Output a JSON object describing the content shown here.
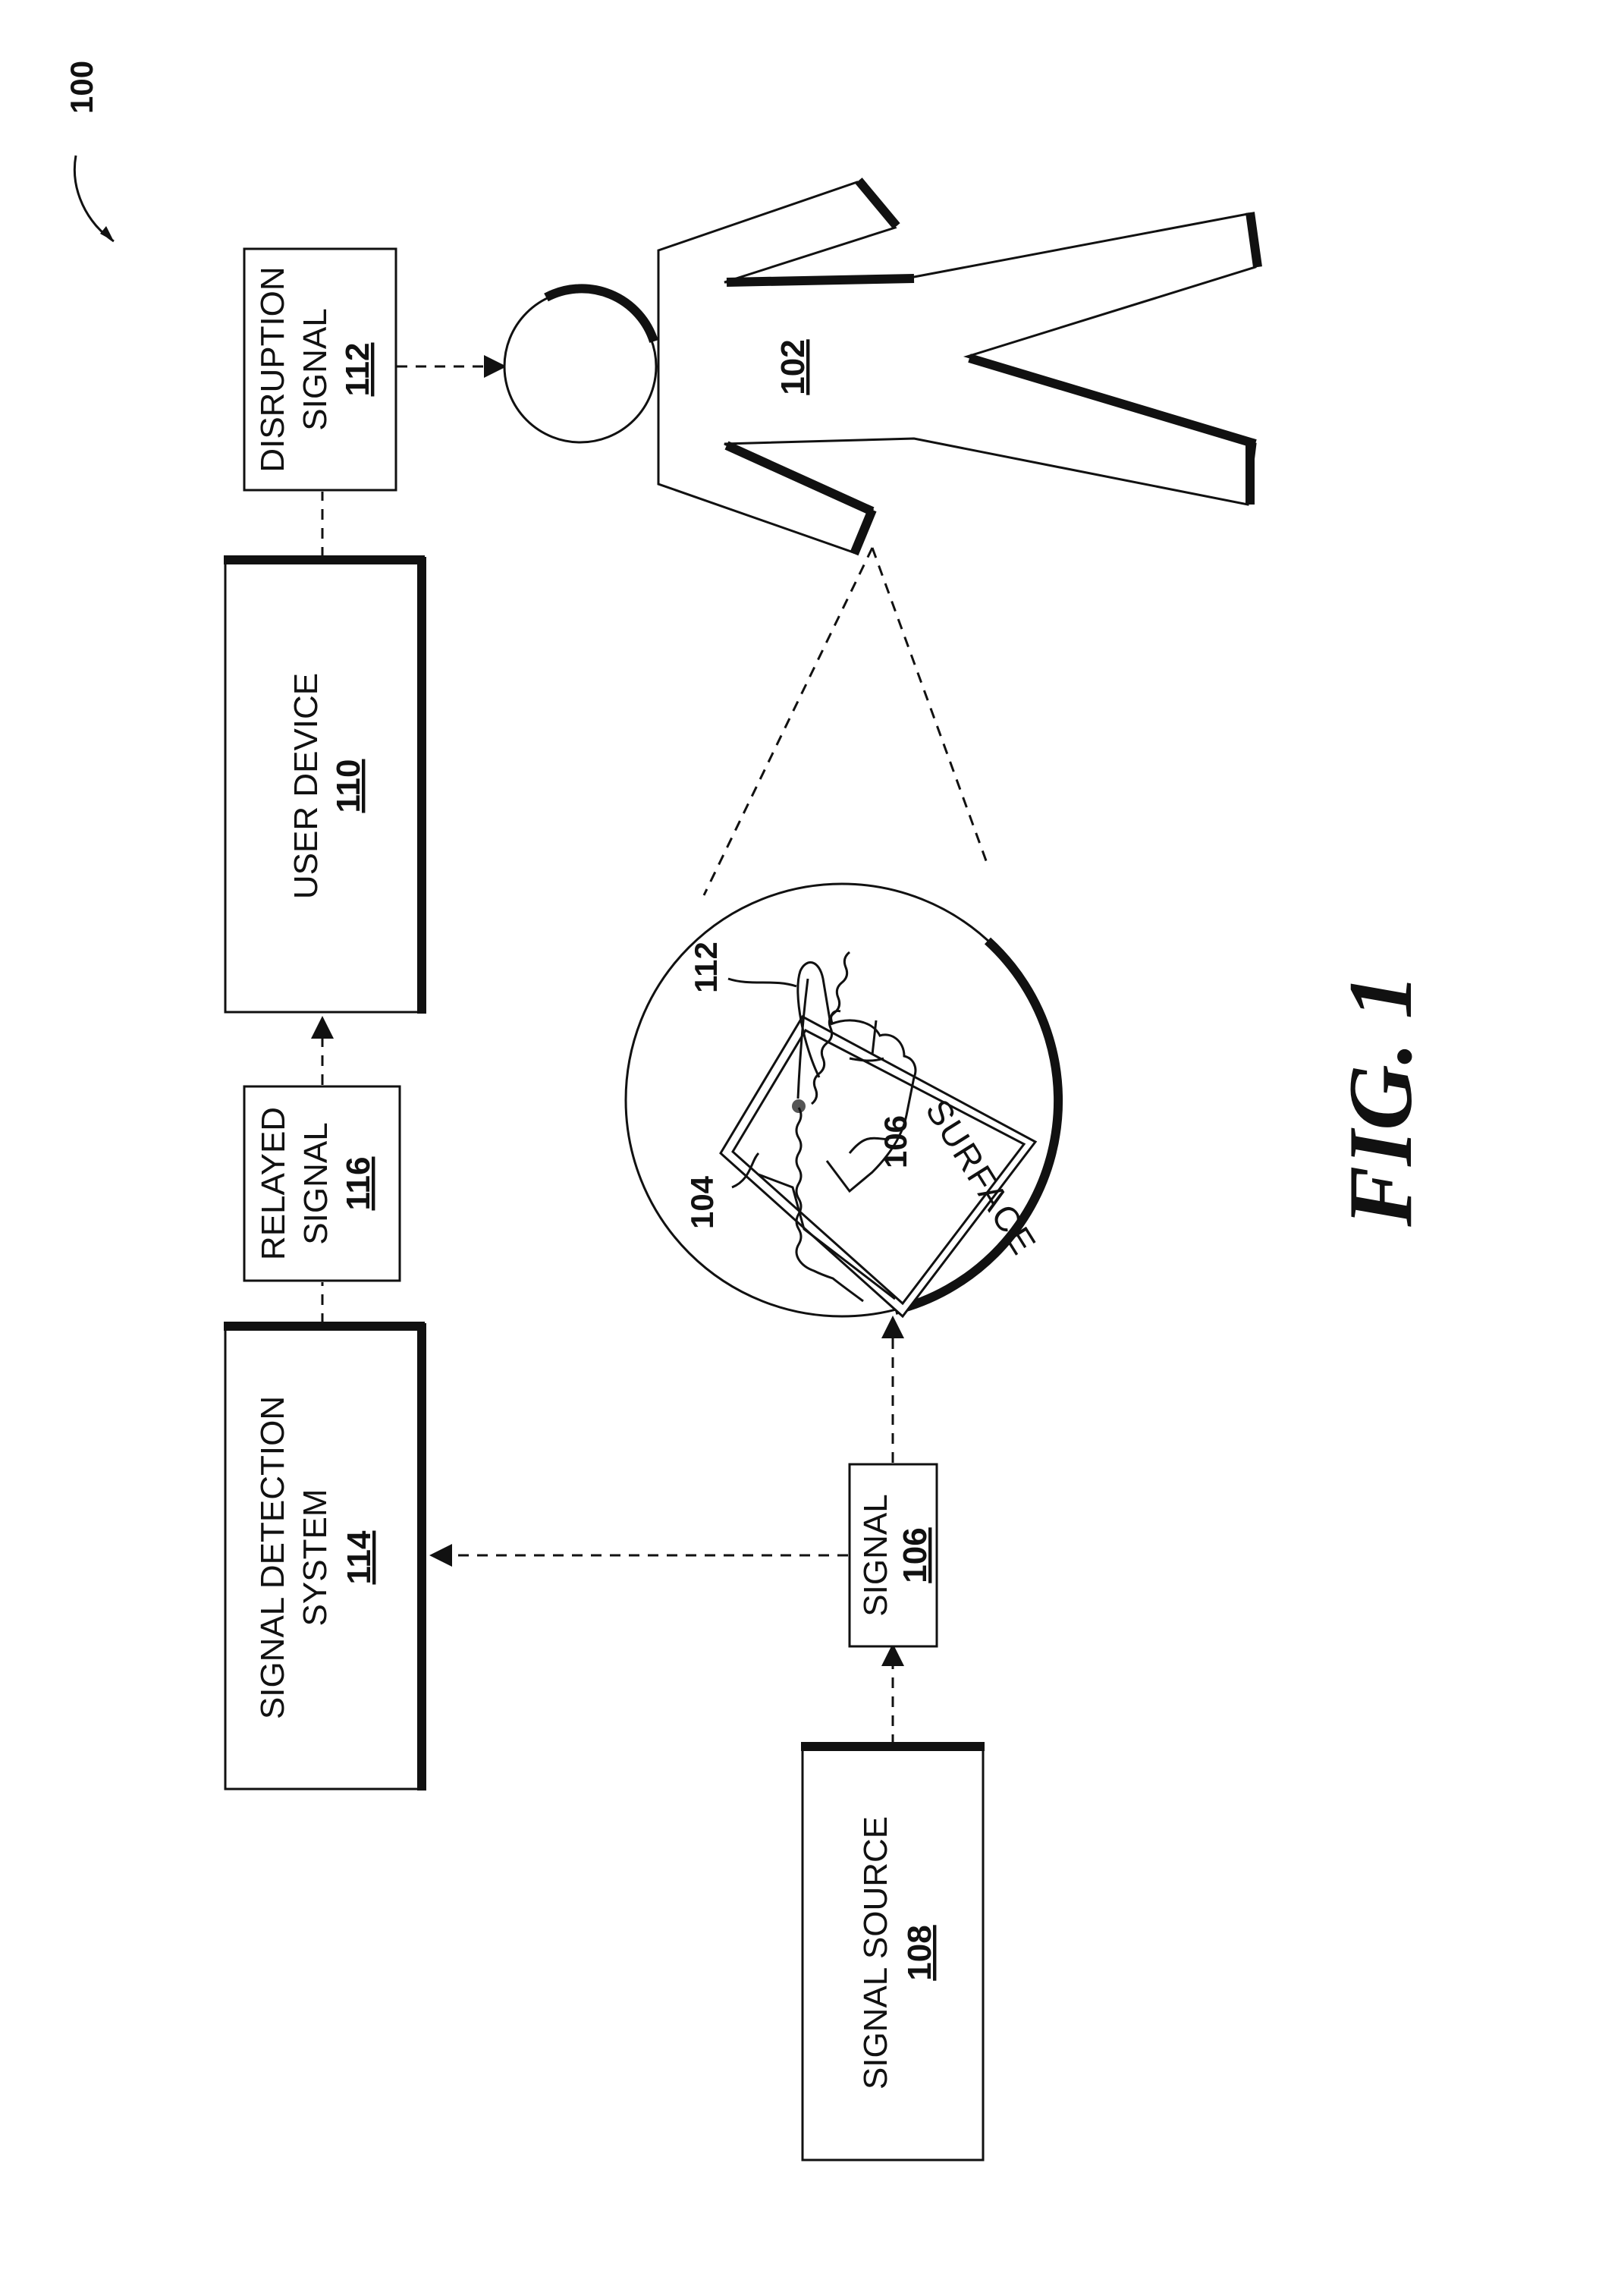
{
  "diagram": {
    "reference_number": "100",
    "figure_label": "FIG. 1",
    "nodes": {
      "signal_source": {
        "line1": "SIGNAL SOURCE",
        "number": "108"
      },
      "signal": {
        "line1": "SIGNAL",
        "number": "106"
      },
      "signal_detection_system": {
        "line1": "SIGNAL DETECTION",
        "line2": "SYSTEM",
        "number": "114"
      },
      "relayed_signal": {
        "line1": "RELAYED",
        "line2": "SIGNAL",
        "number": "116"
      },
      "user_device": {
        "line1": "USER DEVICE",
        "number": "110"
      },
      "disruption_signal": {
        "line1": "DISRUPTION",
        "line2": "SIGNAL",
        "number": "112"
      },
      "user": {
        "number": "102"
      }
    },
    "inset": {
      "surface_label": "SURFACE",
      "callout_104": "104",
      "callout_106": "106",
      "callout_112": "112"
    },
    "edges": [
      {
        "from": "signal_source",
        "to": "signal"
      },
      {
        "from": "signal",
        "to": "signal_detection_system"
      },
      {
        "from": "signal",
        "to": "inset"
      },
      {
        "from": "signal_detection_system",
        "to": "relayed_signal"
      },
      {
        "from": "relayed_signal",
        "to": "user_device"
      },
      {
        "from": "user_device",
        "to": "disruption_signal"
      },
      {
        "from": "disruption_signal",
        "to": "user"
      }
    ]
  }
}
